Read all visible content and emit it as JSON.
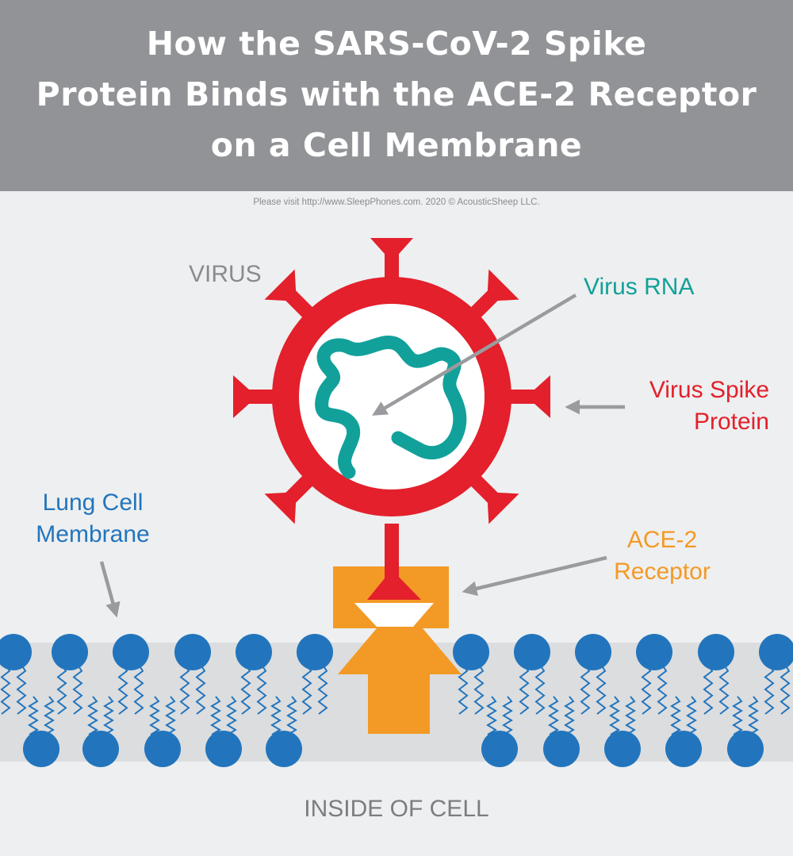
{
  "header": {
    "title": "How the SARS-CoV-2 Spike\nProtein Binds with the ACE-2 Receptor\non a Cell Membrane"
  },
  "credit": "Please visit http://www.SleepPhones.com. 2020 © AcousticSheep LLC.",
  "labels": {
    "virus": "VIRUS",
    "virus_rna": "Virus RNA",
    "spike_protein": "Virus Spike\nProtein",
    "lung_membrane": "Lung Cell\nMembrane",
    "ace2_receptor": "ACE-2\nReceptor",
    "inside_cell": "INSIDE OF CELL"
  },
  "colors": {
    "header_bg": "#929396",
    "background": "#eeeff0",
    "membrane_band": "#dcdddf",
    "virus_red": "#e3202b",
    "rna_teal": "#12a19a",
    "receptor_orange": "#f39a26",
    "lipid_blue": "#2275bd",
    "arrow_gray": "#9a9b9e"
  }
}
